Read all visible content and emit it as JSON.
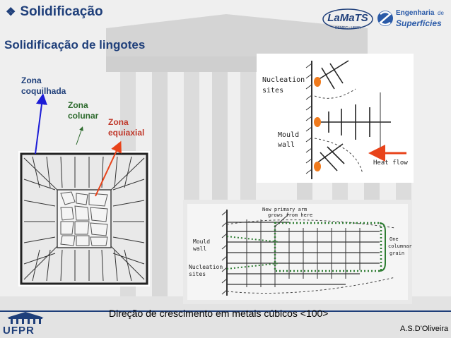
{
  "slide": {
    "title": "Solidificação",
    "title_bullet_icon": "diamond-bullet-icon",
    "subtitle": "Solidificação de lingotes",
    "caption": "Direção de crescimento em metais cúbicos <100>",
    "author": "A.S.D'Oliveira"
  },
  "logos": {
    "lamats": "LaMaTS",
    "lamats_sub": "DEMEC - UFPR",
    "eng_line1": "Engenharia",
    "eng_de": "de",
    "eng_line2": "Superfícies",
    "ufpr": "UFPR"
  },
  "ingot": {
    "zone1_line1": "Zona",
    "zone1_line2": "coquilhada",
    "zone2_line1": "Zona",
    "zone2_line2": "colunar",
    "zone3_line1": "Zona",
    "zone3_line2": "equiaxial"
  },
  "diagram_top": {
    "nucleation_line1": "Nucleation",
    "nucleation_line2": "sites",
    "mould_line1": "Mould",
    "mould_line2": "wall",
    "heat_flow": "Heat flow"
  },
  "diagram_bottom": {
    "new_arm_line1": "New primary arm",
    "new_arm_line2": "grows from here",
    "mould_line1": "Mould",
    "mould_line2": "wall",
    "nucleation_line1": "Nucleation",
    "nucleation_line2": "sites",
    "grain_line1": "One",
    "grain_line2": "columnar",
    "grain_line3": "grain"
  },
  "colors": {
    "title": "#1f3f7a",
    "zone1": "#1f3f7a",
    "zone2": "#2e6b2e",
    "zone3": "#c0392b",
    "arrow_blue": "#1c1cd6",
    "arrow_red": "#e8431a",
    "nucleation_dot": "#f07a1c",
    "grain_box": "#2e7d32"
  }
}
